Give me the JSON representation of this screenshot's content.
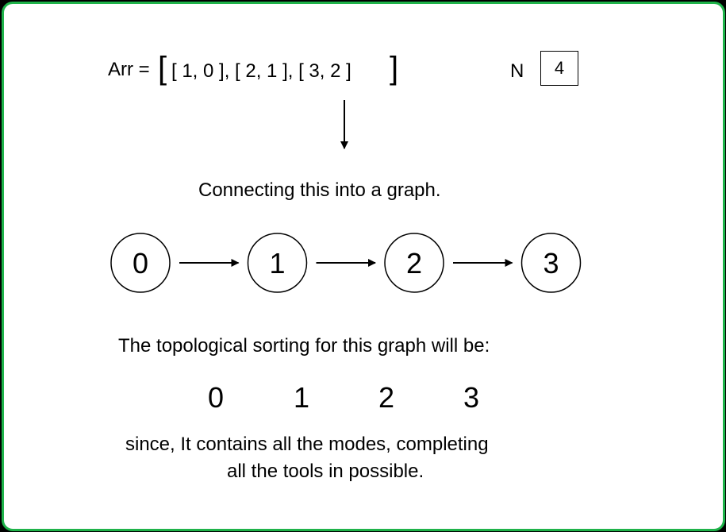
{
  "arr_label": "Arr =",
  "arr_open_bracket": "[",
  "arr_content": "[ 1, 0 ], [ 2, 1 ], [ 3, 2 ]",
  "arr_close_bracket": "]",
  "n_label": "N",
  "n_value": "4",
  "caption": "Connecting this into a graph.",
  "graph": {
    "nodes": [
      "0",
      "1",
      "2",
      "3"
    ]
  },
  "topo_heading": "The topological sorting for this graph will be:",
  "topo_order": [
    "0",
    "1",
    "2",
    "3"
  ],
  "explanation_line1": "since, It contains all the modes, completing",
  "explanation_line2": "all the tools in possible.",
  "colors": {
    "border": "#1fb34a"
  }
}
